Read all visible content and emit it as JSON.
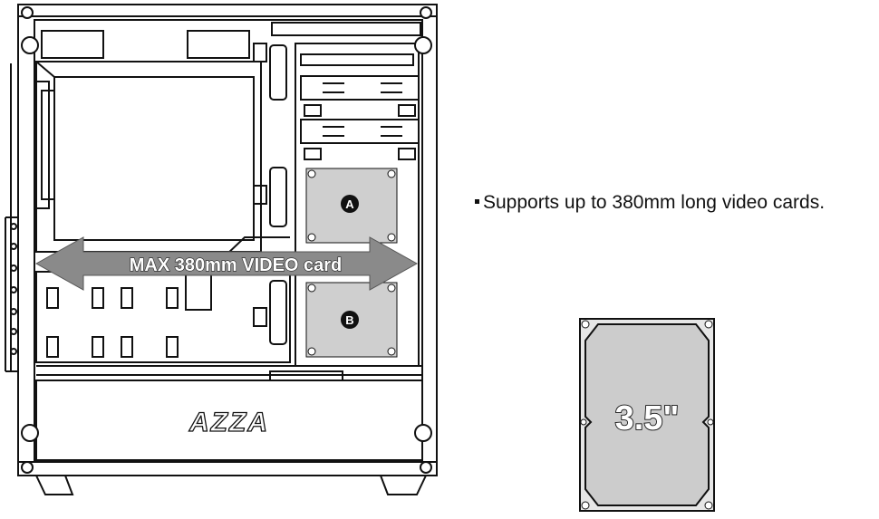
{
  "diagram": {
    "arrow_label": "MAX 380mm VIDEO card",
    "fan_mount_a": "A",
    "fan_mount_b": "B",
    "brand_logo": "AZZA",
    "caption": "Supports up to 380mm long video cards.",
    "hdd_label": "3.5\""
  },
  "colors": {
    "line": "#111111",
    "panel_fill": "#ffffff",
    "arrow_fill": "#8a8a8a",
    "mount_fill": "#cfcfcf",
    "hdd_fill": "#cccccc"
  }
}
